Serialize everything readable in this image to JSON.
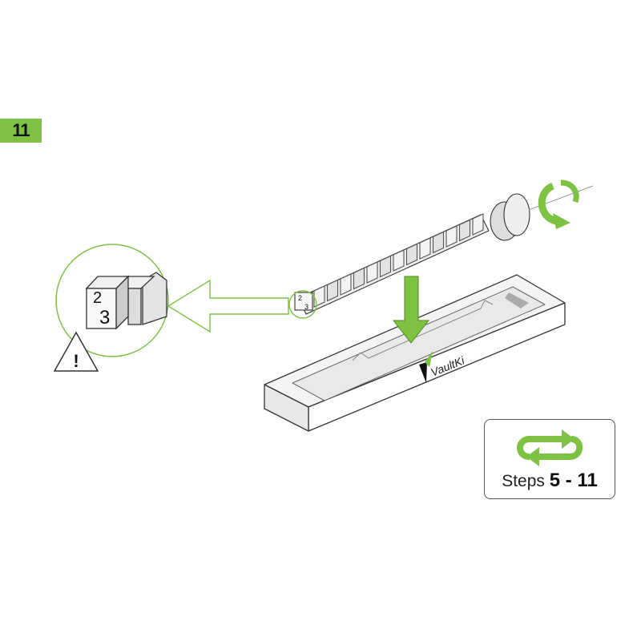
{
  "step_number": "11",
  "rod_labels": {
    "first": "2",
    "second": "3"
  },
  "zoom_labels": {
    "first": "2",
    "second": "3"
  },
  "warning_symbol": "!",
  "tray_brand": "VaultKi",
  "repeat_box": {
    "label": "Steps",
    "range": "5 - 11",
    "icon": "repeat-icon"
  },
  "colors": {
    "accent": "#7dc242",
    "line": "#333333",
    "part_fill": "#e6e6e6"
  }
}
